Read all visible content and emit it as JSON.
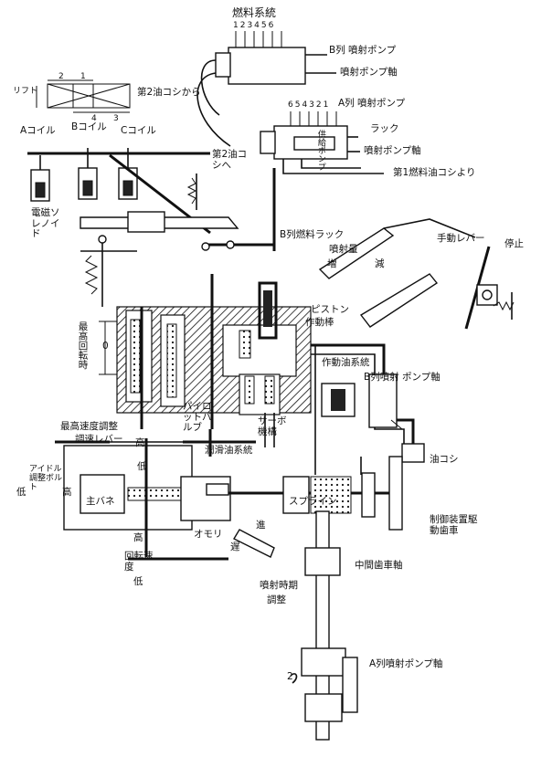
{
  "labels": {
    "fuel_system": "燃料系統",
    "cyl_top": "123456",
    "b_pump": "B列 噴射ポンプ",
    "pump_shaft_top": "噴射ポンプ軸",
    "a_cyl_nums": "654321",
    "a_pump": "A列 噴射ポンプ",
    "rack": "ラック",
    "feed_pump": "供給ポンプ",
    "pump_shaft_a": "噴射ポンプ軸",
    "second_filter_from": "第2油コシから",
    "second_filter_to": "第2油コシへ",
    "first_filter_from": "第1燃料油コシより",
    "lift": "リフト",
    "dim2": "2",
    "dim1": "1",
    "dim4": "4",
    "dim3": "3",
    "a_coil": "Aコイル",
    "b_coil": "Bコイル",
    "c_coil": "Cコイル",
    "solenoid": "電磁ソレノイド",
    "b_fuel_rack": "B列燃料ラック",
    "injection_amount": "噴射量",
    "increase": "増",
    "decrease": "減",
    "manual_lever": "手動レバー",
    "stop": "停止",
    "max_speed_time": "最高回転時",
    "zero": "0",
    "piston": "ピストン",
    "actuating_rod": "作動棒",
    "hydraulic_system": "作動油系統",
    "b_pump_shaft": "B列噴射 ポンプ軸",
    "pilot_valve": "パイロットバルブ",
    "servo_mechanism": "サーボ機構",
    "oil_filter": "油コシ",
    "max_speed_adjust": "最高速度調整",
    "speed_lever": "調速レバー",
    "high1": "高",
    "low1": "低",
    "lube_system": "潤滑油系統",
    "idle_adjust_bolt": "アイドル調整ボルト",
    "low2": "低",
    "high2": "高",
    "main_spring": "主バネ",
    "spline": "スプライン",
    "control_drive_gear": "制御装置駆動歯車",
    "weight": "オモリ",
    "advance": "進",
    "retard": "遅",
    "high3": "高",
    "rot_speed": "回転速度",
    "low3": "低",
    "intermediate_gear_shaft": "中間歯車軸",
    "injection_timing": "噴射時期",
    "adjustment": "調整",
    "a_pump_shaft_bottom": "A列噴射ポンプ軸",
    "num2": "2"
  }
}
